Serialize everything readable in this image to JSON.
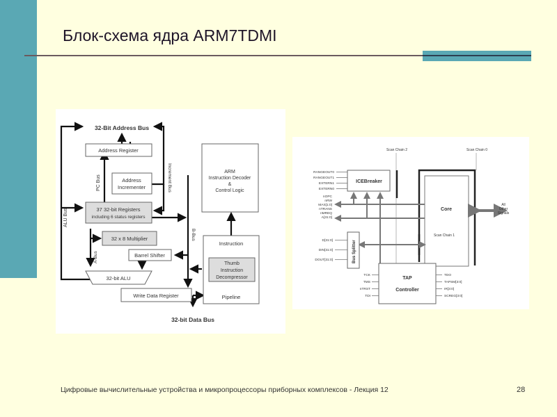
{
  "slide": {
    "title": "Блок-схема ядра ARM7TDMI",
    "footer": "Цифровые вычислительные устройства и микропроцессоры приборных комплексов - Лекция 12",
    "page_number": "28",
    "colors": {
      "background": "#ffffe0",
      "accent": "#5aa8b4",
      "rule": "#6a5a5e"
    }
  },
  "core_diagram": {
    "address_bus": "32-Bit Address Bus",
    "data_bus": "32-bit Data Bus",
    "address_register": "Address Register",
    "address_incrementer": [
      "Address",
      "Incrementer"
    ],
    "registers": [
      "37 32-bit Registers",
      "including 6 status registers"
    ],
    "multiplier": "32 x 8 Multiplier",
    "barrel_shifter": "Barrel Shifter",
    "alu": "32-bit ALU",
    "write_data_register": "Write Data Register",
    "decoder": [
      "ARM",
      "Instruction Decoder",
      "&",
      "Control Logic"
    ],
    "instruction": "Instruction",
    "thumb": [
      "Thumb",
      "Instruction",
      "Decompressor"
    ],
    "pipeline": "Pipeline",
    "alu_bus": "ALU Bus",
    "pc_bus": "PC Bus",
    "increment_bus": "Increment Bus",
    "a_bus": "A-Bus",
    "b_bus": "B-Bus"
  },
  "debug_diagram": {
    "scan_chain_2": "Scan Chain 2",
    "scan_chain_0": "Scan Chain 0",
    "scan_chain_1": "Scan Chain 1",
    "icebreaker": "ICEBreaker",
    "core": "Core",
    "other_signals": [
      "All",
      "Other",
      "Signals"
    ],
    "bus_splitter": "Bus Splitter",
    "tap": [
      "TAP",
      "Controller"
    ],
    "left_signals": [
      "RANGEOUT0",
      "RANGEOUT1",
      "EXTERN1",
      "EXTERN0"
    ],
    "bus_signals": [
      "nOPC",
      "nRW",
      "MAS[1:0]",
      "nTRANS",
      "nMREQ",
      "A[31:0]"
    ],
    "data_signals": [
      "D[31:0]",
      "DIN[31:0]",
      "DOUT[31:0]"
    ],
    "tap_inputs": [
      "TCK",
      "TMS",
      "nTRST",
      "TDI"
    ],
    "tap_outputs": [
      "TDO",
      "TAPSM[3:0]",
      "IR[3:0]",
      "SCREG[3:0]"
    ]
  }
}
